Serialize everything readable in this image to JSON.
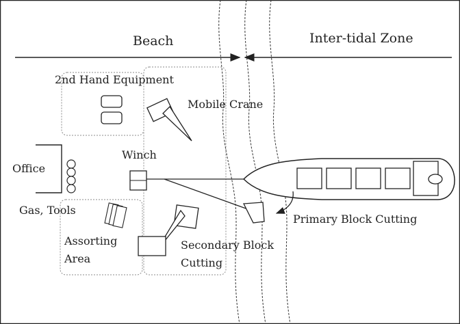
{
  "zones": {
    "beach": "Beach",
    "intertidal": "Inter-tidal Zone"
  },
  "areas": {
    "second_hand_equipment": "2nd Hand Equipment",
    "mobile_crane": "Mobile Crane",
    "office": "Office",
    "winch": "Winch",
    "gas_tools": "Gas, Tools",
    "assorting_area_line1": "Assorting",
    "assorting_area_line2": "Area",
    "secondary_block_cutting_line1": "Secondary Block",
    "secondary_block_cutting_line2": "Cutting",
    "primary_block_cutting": "Primary Block Cutting"
  },
  "colors": {
    "ink": "#222222",
    "dotted": "#8a8a8a"
  }
}
